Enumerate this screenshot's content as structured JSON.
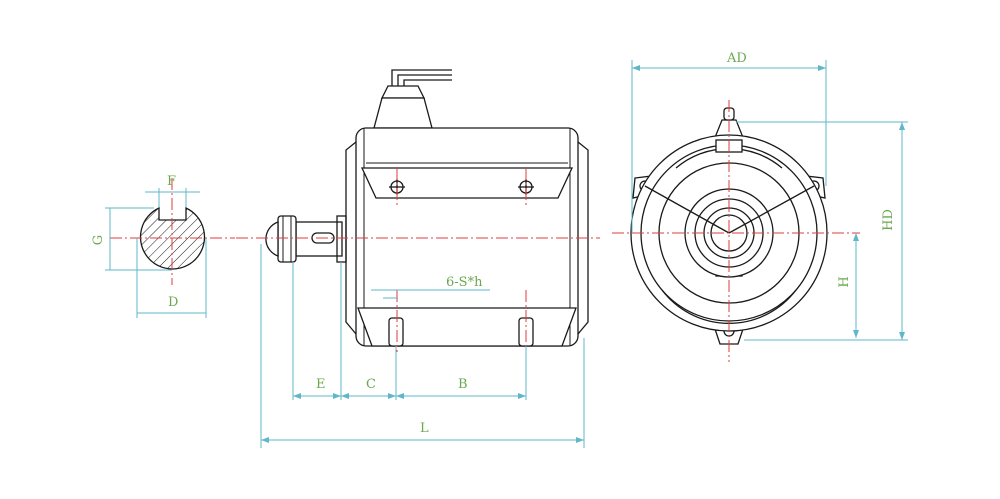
{
  "labels": {
    "F": "F",
    "G": "G",
    "D": "D",
    "E": "E",
    "C": "C",
    "B": "B",
    "L": "L",
    "S": "6-S*h",
    "AD": "AD",
    "HD": "HD",
    "H": "H"
  },
  "colors": {
    "outline": "#1a1a1a",
    "centerline": "#e23b3b",
    "dimension": "#5fb7c9",
    "label": "#6aa84f"
  }
}
